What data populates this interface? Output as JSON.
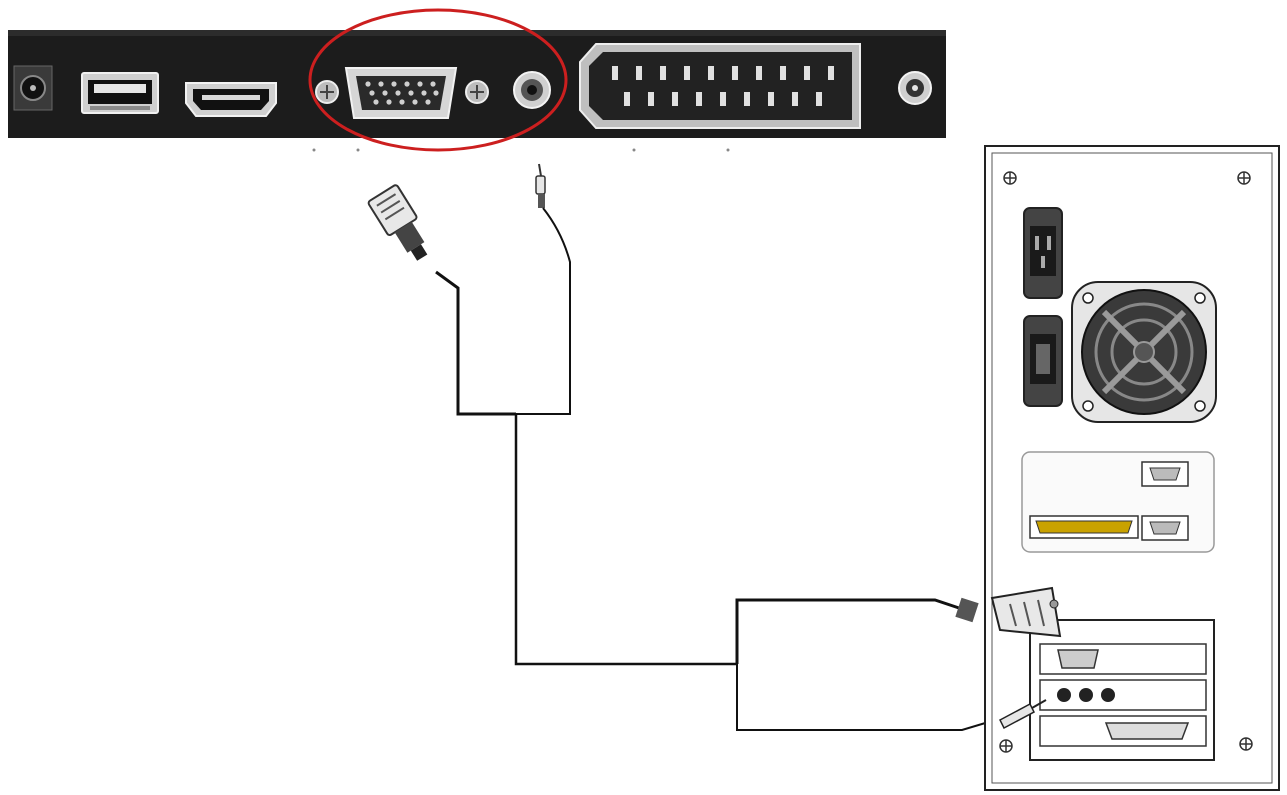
{
  "diagram": {
    "description_text": [],
    "colors": {
      "tv_panel": "#1c1c1c",
      "port_metal": "#d9d9d9",
      "highlight": "#cc1f1f",
      "cable": "#111111",
      "pc_case_fill": "#ffffff",
      "pc_case_stroke": "#222222",
      "fan_dark": "#3a3a3a"
    },
    "tv_ports": [
      {
        "id": "dc-in",
        "icon": "dc-power-jack-icon"
      },
      {
        "id": "usb",
        "icon": "usb-port-icon"
      },
      {
        "id": "hdmi",
        "icon": "hdmi-port-icon"
      },
      {
        "id": "vga",
        "icon": "vga-port-icon",
        "highlighted": true
      },
      {
        "id": "pc-audio-in",
        "icon": "audio-jack-icon",
        "highlighted": true
      },
      {
        "id": "scart",
        "icon": "scart-port-icon"
      },
      {
        "id": "coax",
        "icon": "coax-port-icon"
      }
    ],
    "cables": [
      {
        "id": "vga-cable",
        "from": "pc-vga-out",
        "to": "tv-vga-in"
      },
      {
        "id": "audio-cable",
        "from": "pc-audio-out",
        "to": "tv-audio-in"
      }
    ],
    "pc_rear_components": [
      "power-inlet-icon",
      "power-outlet-icon",
      "psu-fan-icon",
      "serial-port-icon",
      "parallel-port-icon",
      "vga-port-icon",
      "audio-jacks-icon",
      "gameport-icon"
    ]
  }
}
